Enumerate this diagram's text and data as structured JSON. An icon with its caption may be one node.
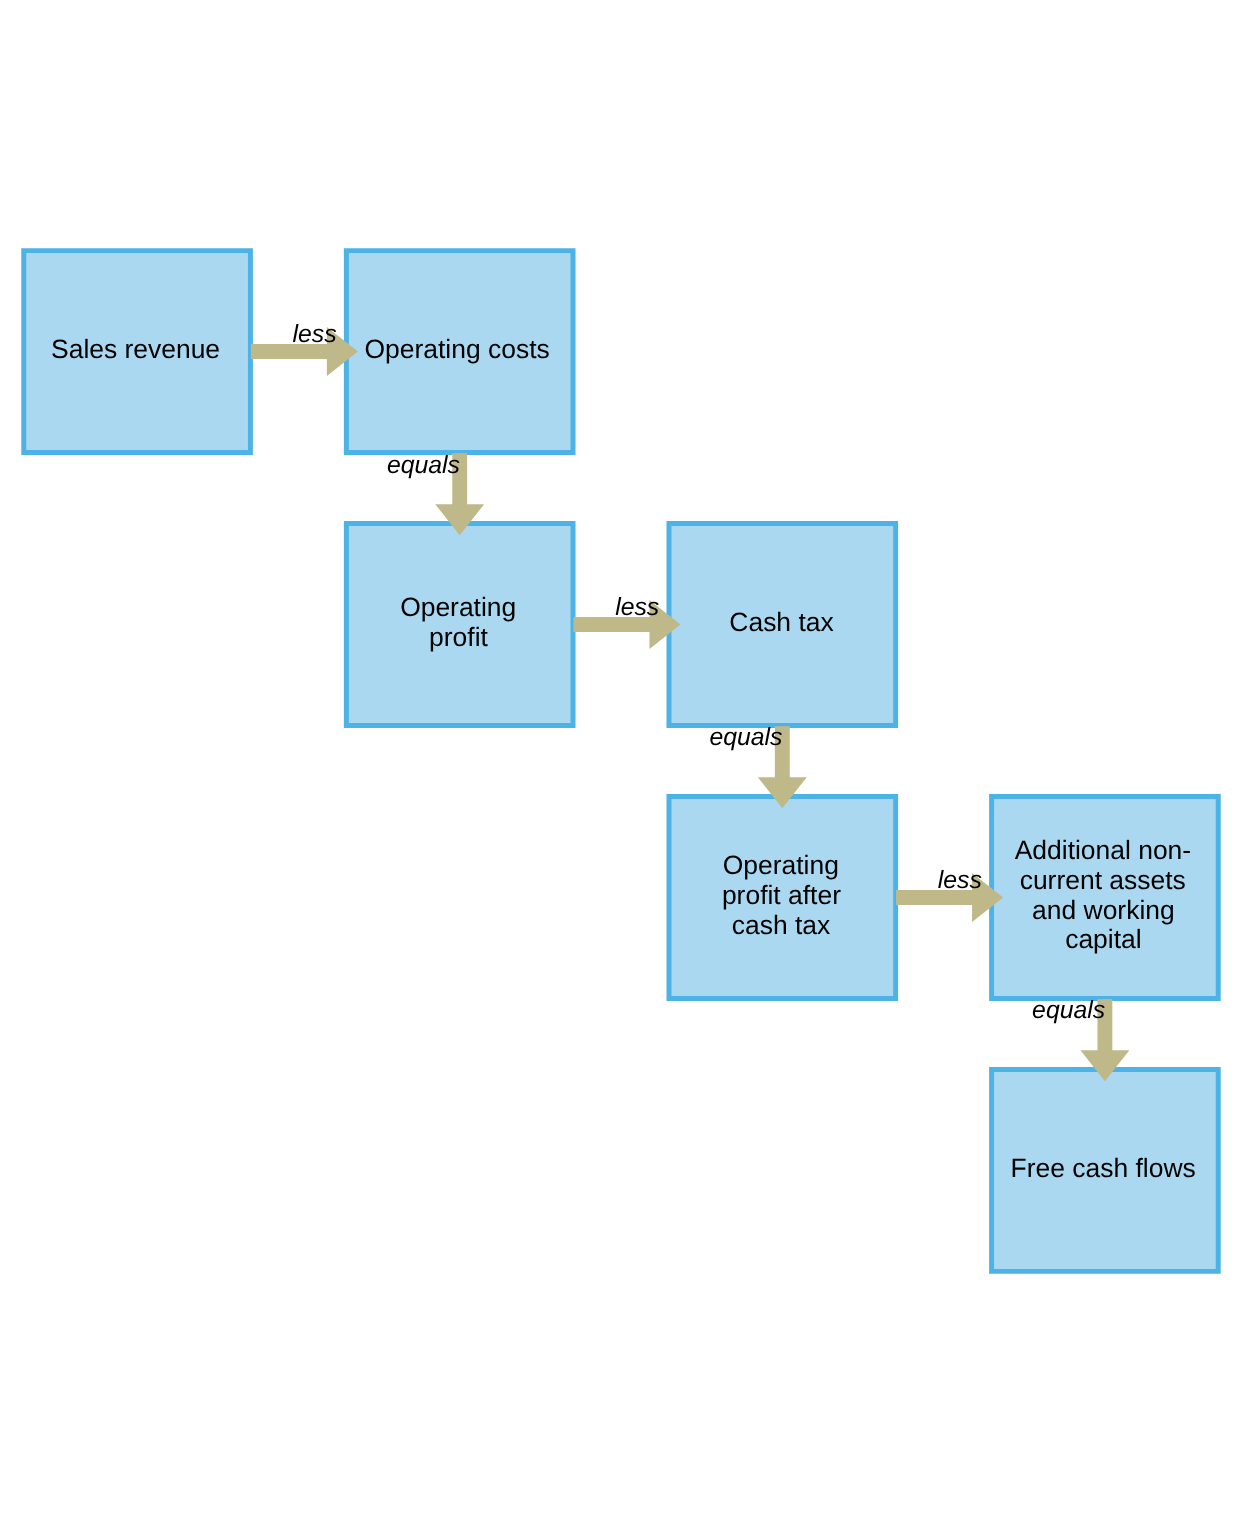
{
  "diagram": {
    "nodes": [
      {
        "text": [
          "Sales revenue"
        ]
      },
      {
        "text": [
          "Operating costs"
        ]
      },
      {
        "text": [
          "Operating profit"
        ]
      },
      {
        "text": [
          "Cash tax"
        ]
      },
      {
        "text": [
          "Operating profit after cash tax"
        ]
      },
      {
        "text": [
          "Additional non-current assets and working capital"
        ]
      },
      {
        "text": [
          "Free cash flows"
        ]
      }
    ],
    "edges": [
      {
        "from": 0,
        "to": 1,
        "arrow": "to",
        "label": "less"
      },
      {
        "from": 1,
        "to": 2,
        "arrow": "to",
        "label": "equals"
      },
      {
        "from": 2,
        "to": 3,
        "arrow": "to",
        "label": "less"
      },
      {
        "from": 3,
        "to": 4,
        "arrow": "to",
        "label": "equals"
      },
      {
        "from": 4,
        "to": 5,
        "arrow": "to",
        "label": "less"
      },
      {
        "from": 5,
        "to": 6,
        "arrow": "to",
        "label": "equals"
      }
    ]
  }
}
